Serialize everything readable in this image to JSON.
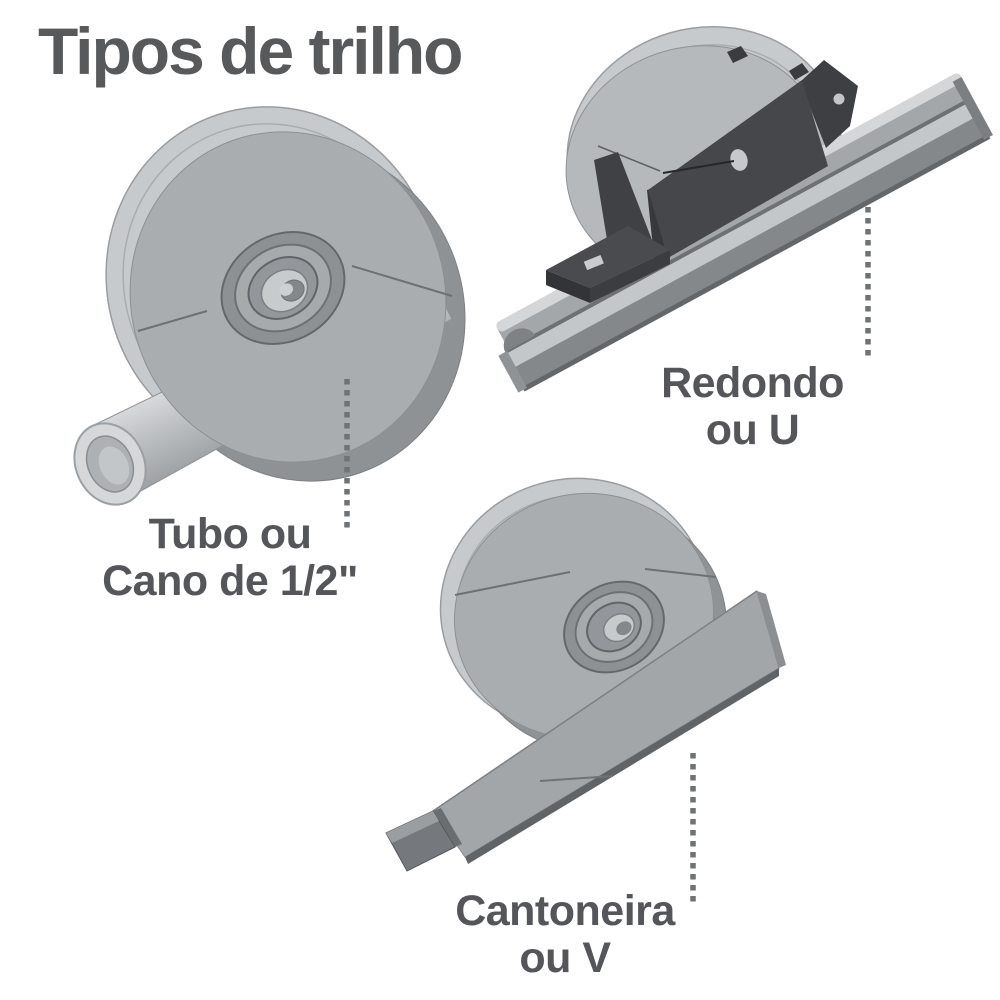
{
  "title": "Tipos de trilho",
  "labels": {
    "tube": {
      "line1": "Tubo ou",
      "line2": "Cano de 1/2\""
    },
    "round": {
      "line1": "Redondo",
      "line2": "ou U"
    },
    "angle": {
      "line1": "Cantoneira",
      "line2": "ou V"
    }
  },
  "colors": {
    "text": "#55565a",
    "title_text": "#58595b",
    "leader_dots": "#6f7276",
    "wheel_light": "#c7cacc",
    "wheel_face": "#aaadb0",
    "wheel_shadow": "#8f9295",
    "bracket_dark": "#46474b",
    "rail_gray": "#a3a7aa"
  }
}
